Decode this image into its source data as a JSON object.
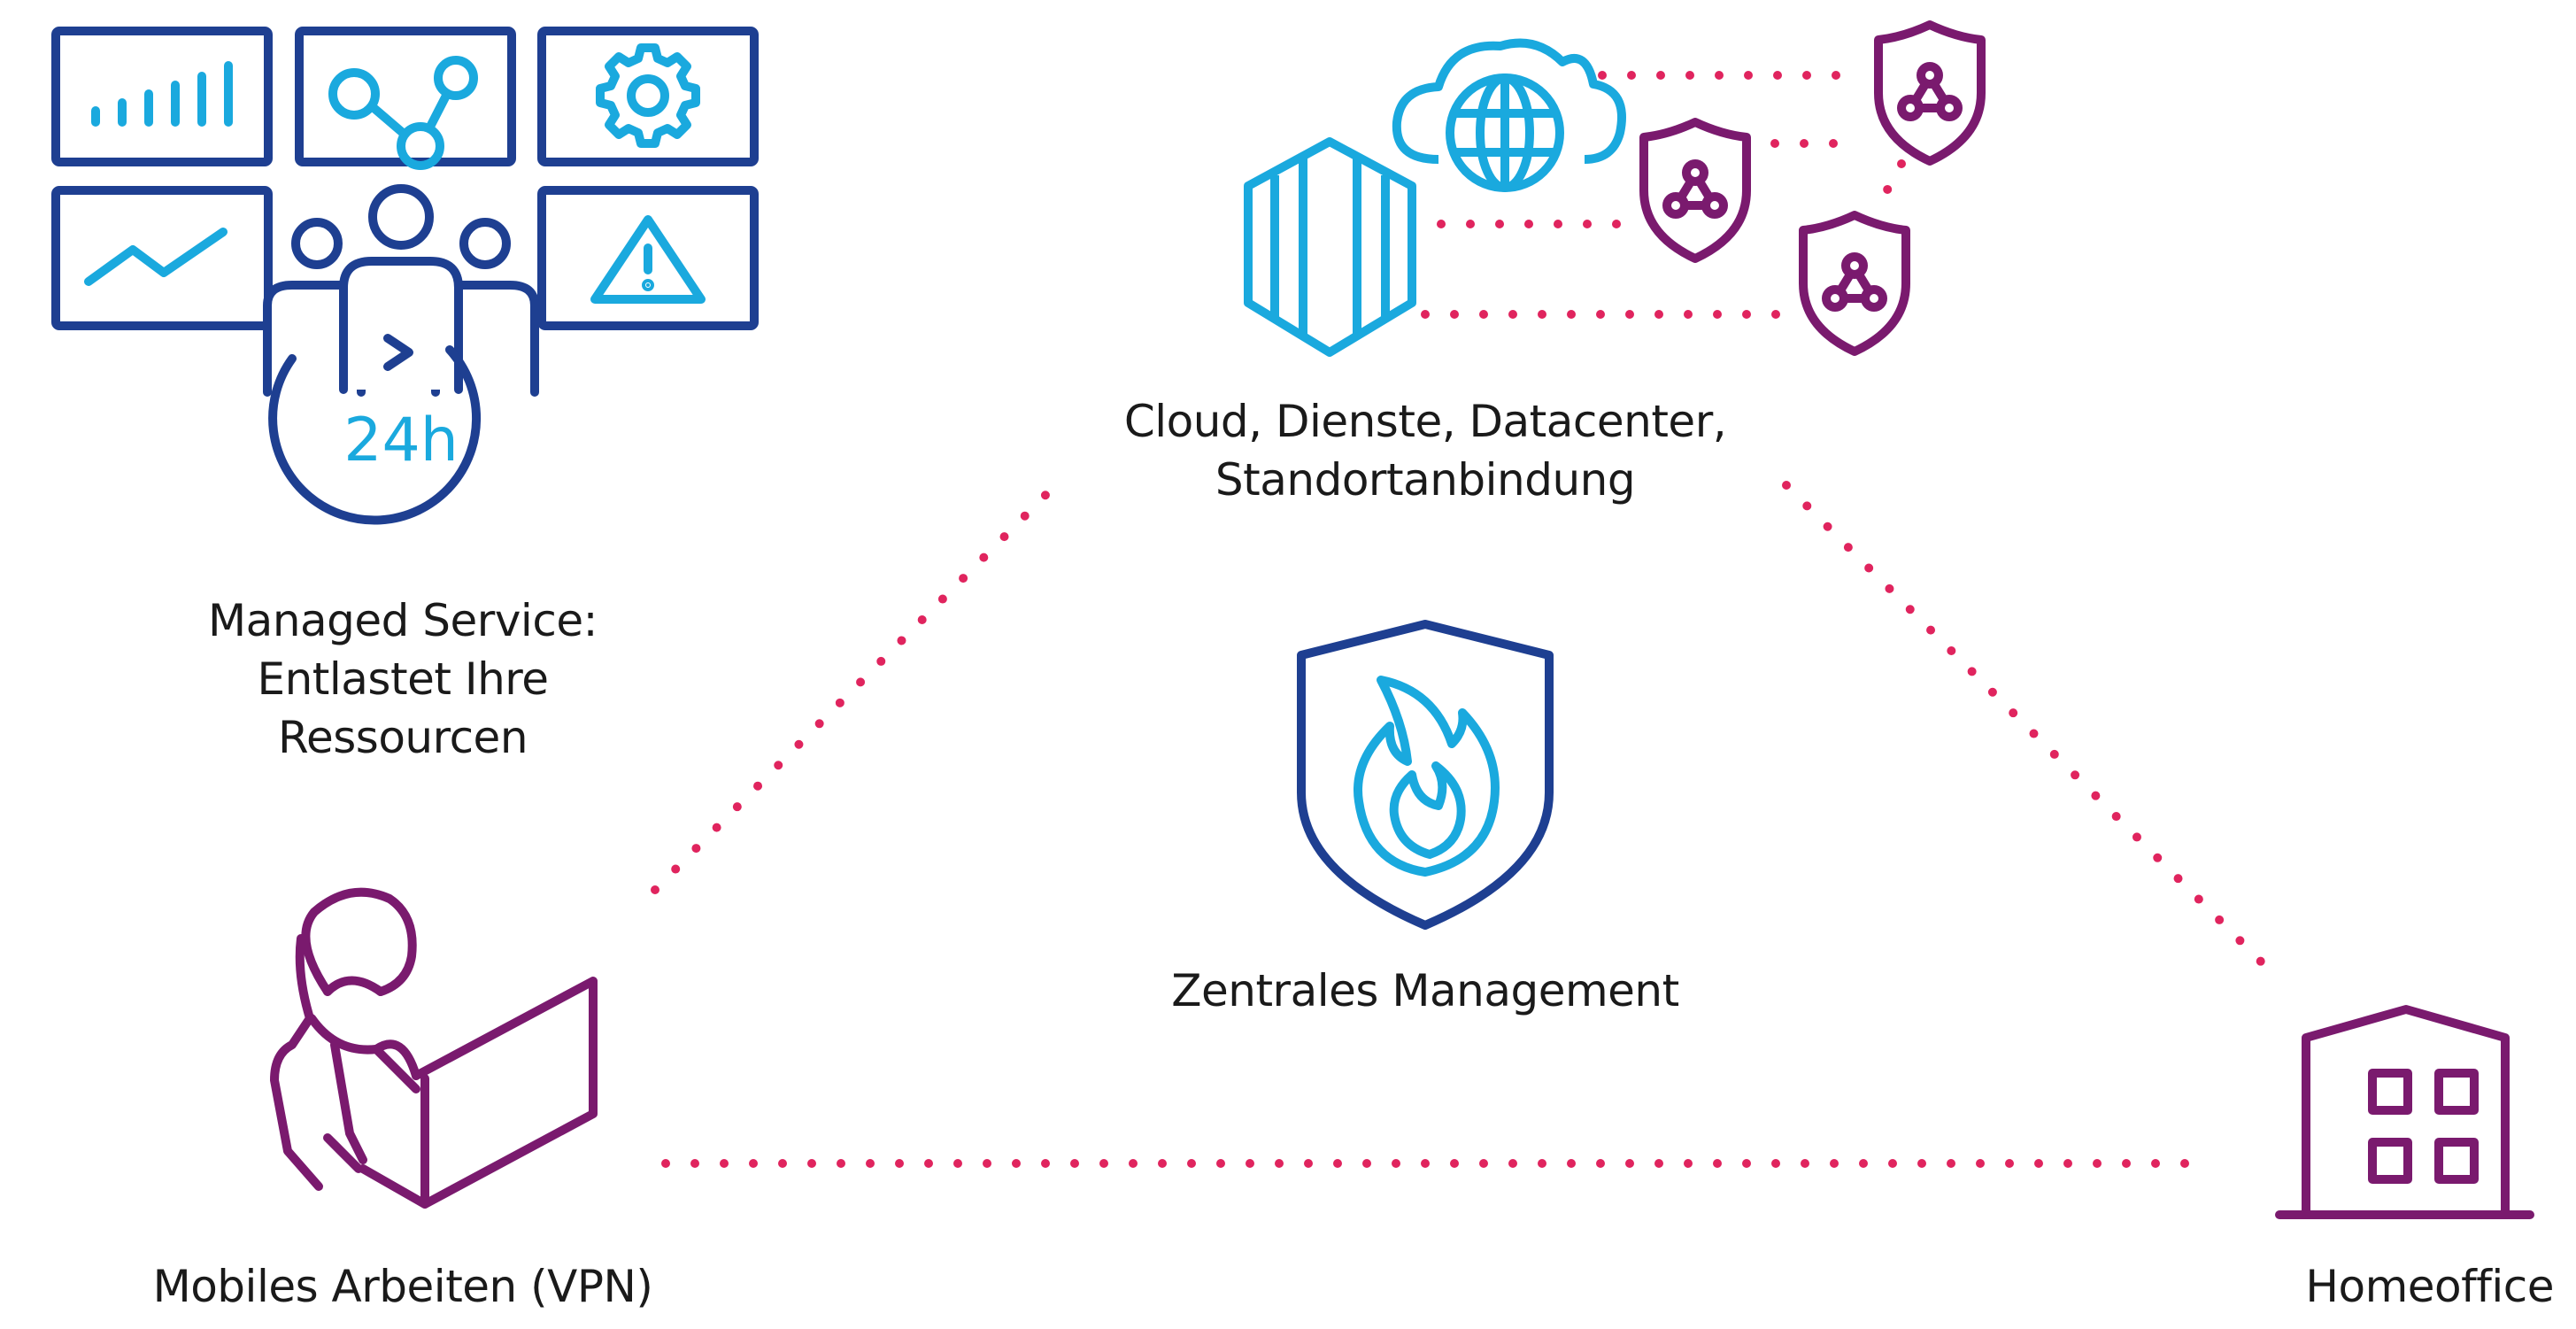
{
  "colors": {
    "navy": "#1e3f91",
    "cyan": "#1aa9de",
    "purple": "#7a1a6e",
    "dots": "#e0245e",
    "text": "#1a1a1a"
  },
  "nodes": {
    "managed_service": {
      "icon": "monitoring-center-24h-icon",
      "label_lines": [
        "Managed Service:",
        "Entlastet Ihre",
        "Ressourcen"
      ],
      "badge": "24h"
    },
    "cloud": {
      "icons": [
        "cloud-globe-icon",
        "datacenter-hexagon-icon",
        "network-shield-icon"
      ],
      "label_lines": [
        "Cloud, Dienste, Datacenter,",
        "Standortanbindung"
      ]
    },
    "central": {
      "icon": "firewall-shield-icon",
      "label_lines": [
        "Zentrales Management"
      ]
    },
    "mobile": {
      "icon": "person-laptop-icon",
      "label_lines": [
        "Mobiles Arbeiten (VPN)"
      ]
    },
    "homeoffice": {
      "icon": "building-icon",
      "label_lines": [
        "Homeoffice"
      ]
    }
  }
}
